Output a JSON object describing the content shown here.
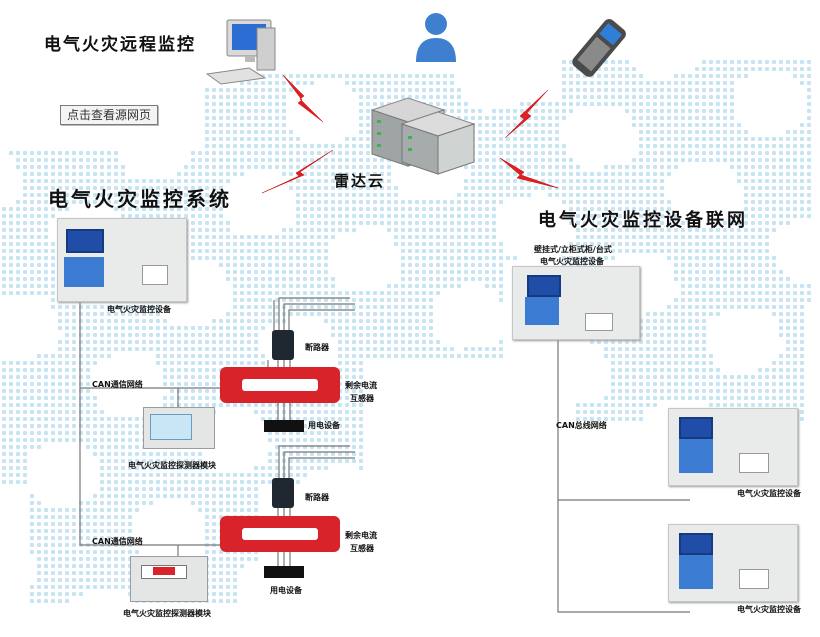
{
  "title_remote": "电气火灾远程监控",
  "source_link": "点击查看源网页",
  "cloud_label": "雷达云",
  "system_title": "电气火灾监控系统",
  "network_title": "电气火灾监控设备联网",
  "left": {
    "device_label": "电气火灾监控设备",
    "can_label_1": "CAN通信网络",
    "can_label_2": "CAN通信网络",
    "breaker_label_1": "断路器",
    "breaker_label_2": "断路器",
    "ct_label_1a": "剩余电流",
    "ct_label_1b": "互感器",
    "ct_label_2a": "剩余电流",
    "ct_label_2b": "互感器",
    "load_label_1": "用电设备",
    "load_label_2": "用电设备",
    "module_label_1": "电气火灾监控探测器模块",
    "module_label_2": "电气火灾监控探测器模块"
  },
  "right": {
    "device_header_1": "壁挂式/立柜式柜/台式",
    "device_header_2": "电气火灾监控设备",
    "can_label": "CAN总线网络",
    "device_label_1": "电气火灾监控设备",
    "device_label_2": "电气火灾监控设备"
  },
  "colors": {
    "dots": "#c7e4f3",
    "lightning": "#e02020",
    "clamp": "#d8232a",
    "screen": "#1f4da8",
    "wire": "#777777"
  }
}
